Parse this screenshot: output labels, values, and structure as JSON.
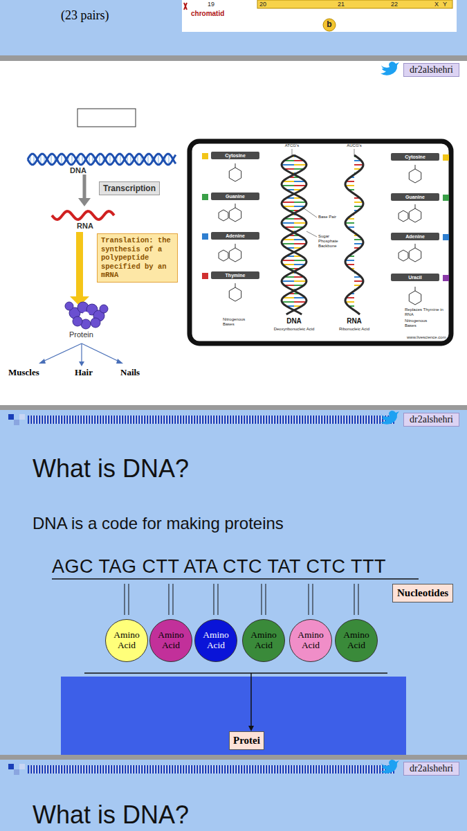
{
  "diagram": {
    "nodes": [
      {
        "text": [
          "Transcription"
        ]
      },
      {
        "text": [
          "Translation: the synthesis of a polypeptide specified by an mRNA"
        ]
      },
      {
        "text": [
          "Nucleotides"
        ]
      },
      {
        "text": [
          "Amino Acid"
        ]
      },
      {
        "text": [
          "Amino Acid"
        ]
      },
      {
        "text": [
          "Amino Acid"
        ]
      },
      {
        "text": [
          "Amino Acid"
        ]
      },
      {
        "text": [
          "Amino Acid"
        ]
      },
      {
        "text": [
          "Amino Acid"
        ]
      },
      {
        "text": [
          "Protei"
        ]
      }
    ],
    "labels": [
      "(23 pairs)",
      "chromatid",
      "19",
      "20",
      "21",
      "22",
      "X",
      "Y",
      "b",
      "dr2alshehri",
      "DNA",
      "RNA",
      "Protein",
      "Muscles",
      "Hair",
      "Nails",
      "ATCG's",
      "AUCG's",
      "Cytosine",
      "Cytosine",
      "Guanine",
      "Guanine",
      "Base Pair",
      "Adenine",
      "Adenine",
      "Sugar Phosphate Backbone",
      "Thymine",
      "Uracil",
      "Replaces Thymine in RNA",
      "Nitrogenous Bases",
      "DNA",
      "Deoxyribonucleic Acid",
      "RNA",
      "Ribonucleic Acid",
      "Nitrogenous Bases",
      "www.livescience.com",
      "dr2alshehri",
      "What is DNA?",
      "DNA is a code for making proteins",
      "AGC TAG CTT ATA CTC TAT CTC TTT",
      "dr2alshehri",
      "What is DNA?"
    ]
  }
}
